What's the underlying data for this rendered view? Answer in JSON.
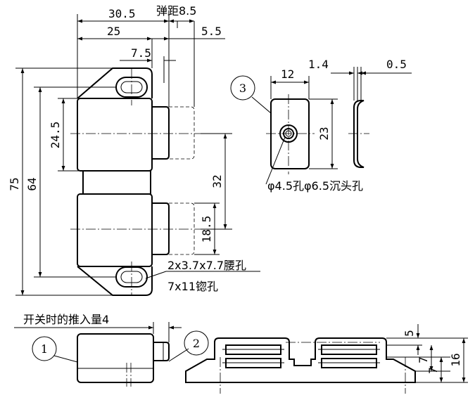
{
  "dimensions": {
    "d_30_5": "30.5",
    "spring_pitch": "弹距8.5",
    "d_25": "25",
    "d_5_5": "5.5",
    "d_7_5": "7.5",
    "d_75": "75",
    "d_64": "64",
    "d_24_5": "24.5",
    "d_32": "32",
    "d_18_5": "18.5",
    "d_12": "12",
    "d_1_4": "1.4",
    "d_0_5": "0.5",
    "d_23": "23",
    "d_5": "5",
    "d_7a": "7",
    "d_7b": "7",
    "d_16": "16"
  },
  "notes": {
    "slot_hole": "2x3.7x7.7腰孔",
    "countersink_slot": "7x11锪孔",
    "plate_hole": "φ4.5孔φ6.5沉头孔",
    "push_in": "开关时的推入量4"
  },
  "balloons": [
    "1",
    "2",
    "3"
  ]
}
